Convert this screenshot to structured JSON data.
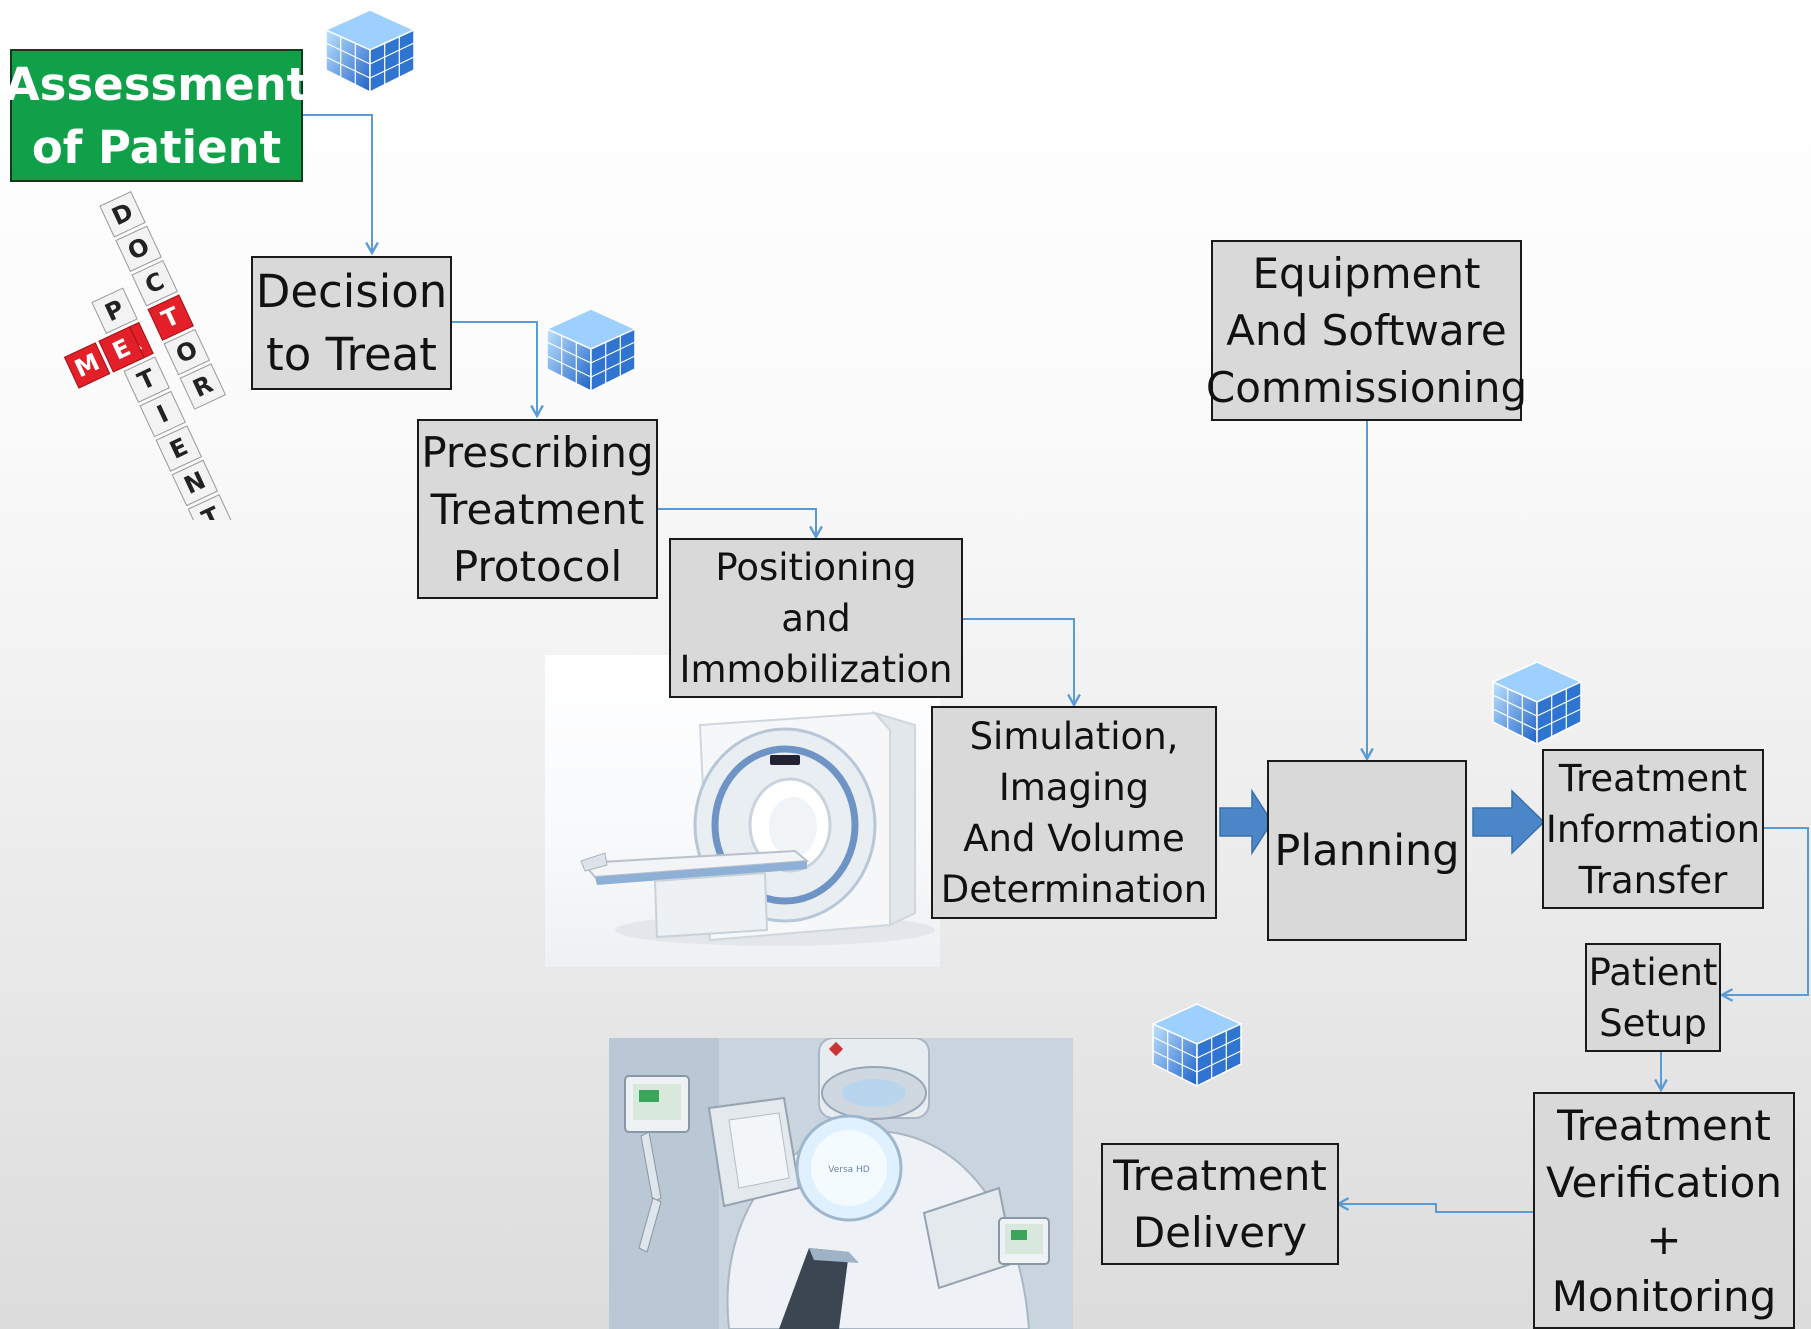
{
  "steps": {
    "assessment": {
      "line1": "Assessment",
      "line2": "of Patient"
    },
    "decision": {
      "line1": "Decision",
      "line2": "to Treat"
    },
    "prescribing": {
      "line1": "Prescribing",
      "line2": "Treatment",
      "line3": "Protocol"
    },
    "positioning": {
      "line1": "Positioning",
      "line2": "and",
      "line3": "Immobilization"
    },
    "simulation": {
      "line1": "Simulation,",
      "line2": "Imaging",
      "line3": "And Volume",
      "line4": "Determination"
    },
    "commissioning": {
      "line1": "Equipment",
      "line2": "And Software",
      "line3": "Commissioning"
    },
    "planning": {
      "line1": "Planning"
    },
    "transfer": {
      "line1": "Treatment",
      "line2": "Information",
      "line3": "Transfer"
    },
    "setup": {
      "line1": "Patient",
      "line2": "Setup"
    },
    "verification": {
      "line1": "Treatment",
      "line2": "Verification",
      "line3": "+",
      "line4": "Monitoring"
    },
    "delivery": {
      "line1": "Treatment",
      "line2": "Delivery"
    }
  },
  "images": {
    "crossword": {
      "word_down": "DOCTOR",
      "word_across": "PATIENT"
    },
    "linac": {
      "label": "Versa HD"
    }
  },
  "colors": {
    "box_fill": "#d9d9d9",
    "box_border": "#1a1a1a",
    "start_fill": "#11a04a",
    "connector": "#5b9bd5",
    "block_arrow": "#4a86c8"
  }
}
